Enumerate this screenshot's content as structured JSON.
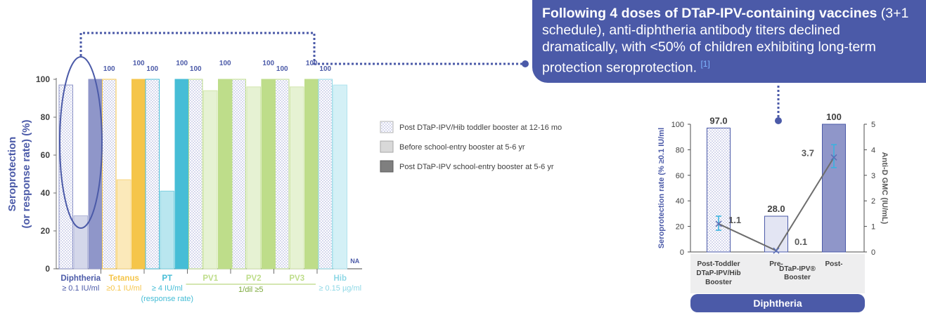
{
  "callout": {
    "bold_text": "Following 4 doses of DTaP-IPV-containing vaccines",
    "plain_text": " (3+1 schedule), anti-diphtheria antibody titers declined dramatically, with <50% of children exhibiting long-term protection seroprotection. ",
    "ref": "[1]"
  },
  "colors": {
    "navy": "#4b5aa8",
    "diphtheria": "#8f96c9",
    "tetanus": "#f5c54a",
    "pt": "#46bdd6",
    "pv": "#bedd8a",
    "hib": "#8fd8e6"
  },
  "chart_data": [
    {
      "type": "bar",
      "ylabel": "Seroprotection (or response rate) (%)",
      "ylim": [
        0,
        100
      ],
      "yticks": [
        0,
        20,
        40,
        60,
        80,
        100
      ],
      "legend_position": "right",
      "legend": [
        "Post DTaP-IPV/Hib toddler booster at 12-16 mo",
        "Before school-entry booster at 5-6 yr",
        "Post DTaP-IPV school-entry booster at 5-6 yr"
      ],
      "groups": [
        {
          "name": "Diphtheria",
          "sub": "≥ 0.1 IU/ml",
          "color": "diphtheria",
          "values": [
            97,
            28,
            100
          ],
          "labels": [
            "",
            "",
            ""
          ],
          "na": [
            false,
            false,
            false
          ]
        },
        {
          "name": "Tetanus",
          "sub": "≥0.1 IU/ml",
          "color": "tetanus",
          "values": [
            100,
            47,
            100
          ],
          "labels": [
            "100",
            "",
            "100"
          ],
          "na": [
            false,
            false,
            false
          ]
        },
        {
          "name": "PT",
          "sub": "≥ 4 IU/ml",
          "sub2": "(response rate)",
          "color": "pt",
          "values": [
            100,
            41,
            100
          ],
          "labels": [
            "100",
            "",
            "100"
          ],
          "na": [
            false,
            false,
            false
          ]
        },
        {
          "name": "PV1",
          "color": "pv",
          "values": [
            100,
            94,
            100
          ],
          "labels": [
            "100",
            "",
            "100"
          ],
          "na": [
            false,
            false,
            false
          ]
        },
        {
          "name": "PV2",
          "color": "pv",
          "values": [
            100,
            96,
            100
          ],
          "labels": [
            "",
            "",
            "100"
          ],
          "na": [
            false,
            false,
            false
          ]
        },
        {
          "name": "PV3",
          "color": "pv",
          "values": [
            100,
            96,
            100
          ],
          "labels": [
            "100",
            "",
            "100"
          ],
          "na": [
            false,
            false,
            false
          ]
        },
        {
          "name": "Hib",
          "sub": "≥ 0.15 µg/ml",
          "color": "hib",
          "values": [
            100,
            97,
            0
          ],
          "labels": [
            "100",
            "",
            ""
          ],
          "na": [
            false,
            false,
            true
          ]
        }
      ],
      "pv_sub": "1/dil ≥5",
      "na_label": "NA"
    },
    {
      "type": "bar",
      "title": "Diphtheria",
      "ylabel": "Seroprotection rate (% ≥0.1 IU/ml",
      "y2label": "Anti-D GMC (IU/mL)",
      "ylim": [
        0,
        100
      ],
      "yticks": [
        0,
        20,
        40,
        60,
        80,
        100
      ],
      "y2lim": [
        0,
        5
      ],
      "y2ticks": [
        0,
        1,
        2,
        3,
        4,
        5
      ],
      "bars": [
        {
          "category": "Post-Toddler DTaP-IPV/Hib Booster",
          "lines": [
            "Post-Toddler",
            "DTaP-IPV/Hib",
            "Booster"
          ],
          "value": 97.0,
          "label": "97.0",
          "fill": "pattern"
        },
        {
          "category": "Pre-",
          "lines": [
            "Pre-"
          ],
          "value": 28.0,
          "label": "28.0",
          "fill": "light"
        },
        {
          "category": "Post-",
          "lines": [
            "Post-"
          ],
          "value": 100,
          "label": "100",
          "fill": "solid"
        }
      ],
      "shared_label": [
        "DTaP-IPV®",
        "Booster"
      ],
      "gmc": {
        "values": [
          1.1,
          0.05,
          3.7
        ],
        "labels": [
          "1.1",
          "0.1",
          "3.7"
        ],
        "err": [
          [
            0.85,
            1.4
          ],
          [
            null,
            null
          ],
          [
            3.3,
            4.2
          ]
        ]
      }
    }
  ]
}
